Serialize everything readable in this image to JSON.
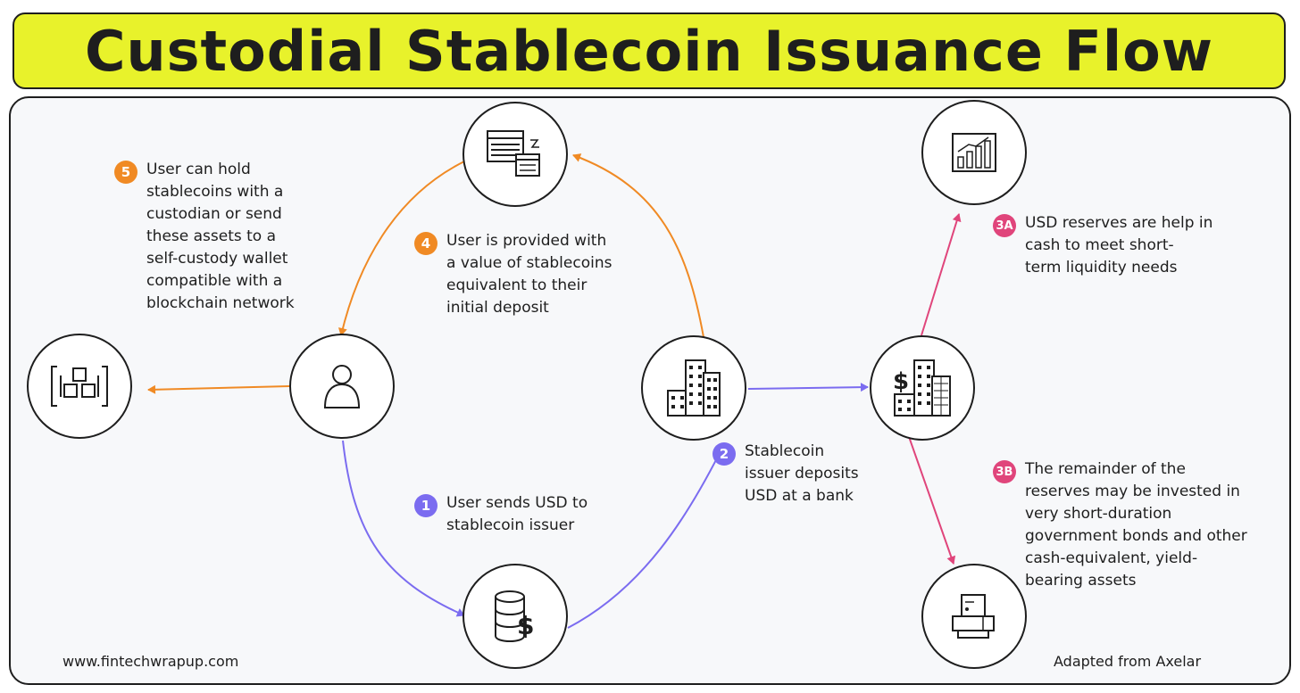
{
  "title": "Custodial Stablecoin Issuance Flow",
  "steps": {
    "s1": {
      "badge": "1",
      "text": "User sends USD to\nstablecoin issuer"
    },
    "s2": {
      "badge": "2",
      "text": "Stablecoin\nissuer deposits\nUSD at a bank"
    },
    "s3a": {
      "badge": "3A",
      "text": "USD reserves are help in\ncash to meet short-\nterm liquidity needs"
    },
    "s3b": {
      "badge": "3B",
      "text": "The remainder of the\nreserves may be invested in\nvery short-duration\ngovernment bonds and other\ncash-equivalent, yield-\nbearing assets"
    },
    "s4": {
      "badge": "4",
      "text": "User is provided with\na value of stablecoins\nequivalent to their\ninitial deposit"
    },
    "s5": {
      "badge": "5",
      "text": "User can hold\nstablecoins with a\ncustodian or send\nthese assets to a\nself-custody wallet\ncompatible with a\nblockchain network"
    }
  },
  "nodes": {
    "ledger": {
      "icon": "ledger-transfer-icon"
    },
    "user": {
      "icon": "user-icon"
    },
    "blockchain": {
      "icon": "blockchain-blocks-icon"
    },
    "issuer": {
      "icon": "issuer-building-icon"
    },
    "bank": {
      "icon": "bank-dollar-building-icon"
    },
    "reserve": {
      "icon": "dollar-database-icon"
    },
    "growth": {
      "icon": "growth-chart-icon"
    },
    "bonds": {
      "icon": "bond-printer-icon"
    }
  },
  "colors": {
    "orange": "#f08a24",
    "purple": "#7b6cf0",
    "pink": "#e0457b",
    "title_bg": "#e8f22b"
  },
  "footer": {
    "left": "www.fintechwrapup.com",
    "right": "Adapted from Axelar"
  }
}
